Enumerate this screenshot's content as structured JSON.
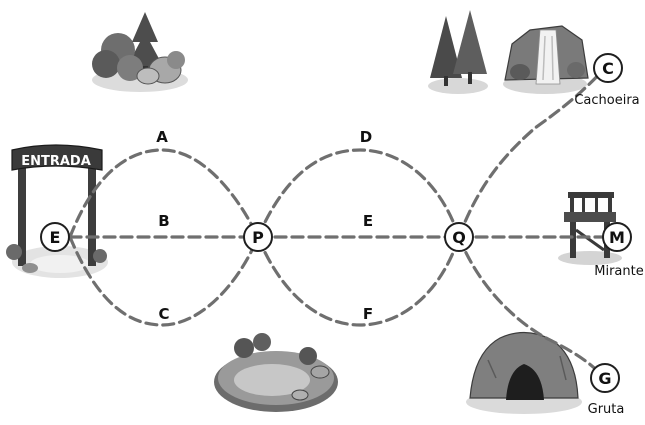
{
  "entrance_sign": "ENTRADA",
  "nodes": {
    "entrance": "E",
    "p": "P",
    "q": "Q",
    "waterfall": "C",
    "lookout": "M",
    "cave": "G"
  },
  "routes": {
    "a": "A",
    "b": "B",
    "c": "C",
    "d": "D",
    "e": "E",
    "f": "F"
  },
  "places": {
    "waterfall": "Cachoeira",
    "lookout": "Mirante",
    "cave": "Gruta"
  },
  "colors": {
    "trail": "#6f6f6f",
    "node_stroke": "#1f1f1f",
    "text": "#111111"
  }
}
